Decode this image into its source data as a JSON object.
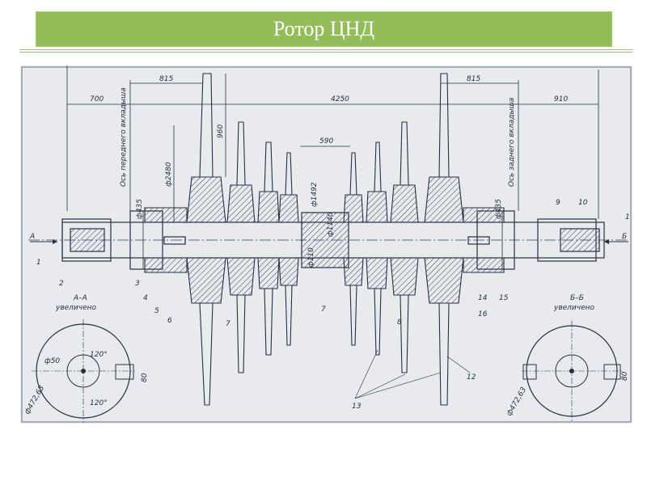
{
  "slide": {
    "title": "Ротор ЦНД",
    "accent_color": "#93bd5a"
  },
  "drawing": {
    "dimensions": {
      "d700": "700",
      "d815_left": "815",
      "d4250": "4250",
      "d815_right": "815",
      "d910": "910",
      "d960": "960",
      "d590": "590",
      "d2480": "ф2480",
      "d1492": "ф1492",
      "d1140": "ф1140",
      "d110": "ф110",
      "d435_left": "ф435",
      "d435_right": "ф435"
    },
    "axis_front": "Ось переднего вкладыша",
    "axis_rear": "Ось заднего вкладыша",
    "arrow_a": "А",
    "arrow_b": "Б",
    "callouts": [
      "1",
      "2",
      "3",
      "4",
      "5",
      "6",
      "7",
      "7",
      "8",
      "9",
      "10",
      "12",
      "13",
      "14",
      "15",
      "16",
      "1"
    ],
    "section_aa": {
      "title": "А–А",
      "subtitle": "увеличено",
      "angle_top": "120°",
      "angle_bottom": "120°",
      "d50": "ф50",
      "dim80": "80",
      "d472": "ф472,63"
    },
    "section_bb": {
      "title": "Б–Б",
      "subtitle": "увеличено",
      "dim80": "80",
      "d472": "ф472,63"
    }
  }
}
